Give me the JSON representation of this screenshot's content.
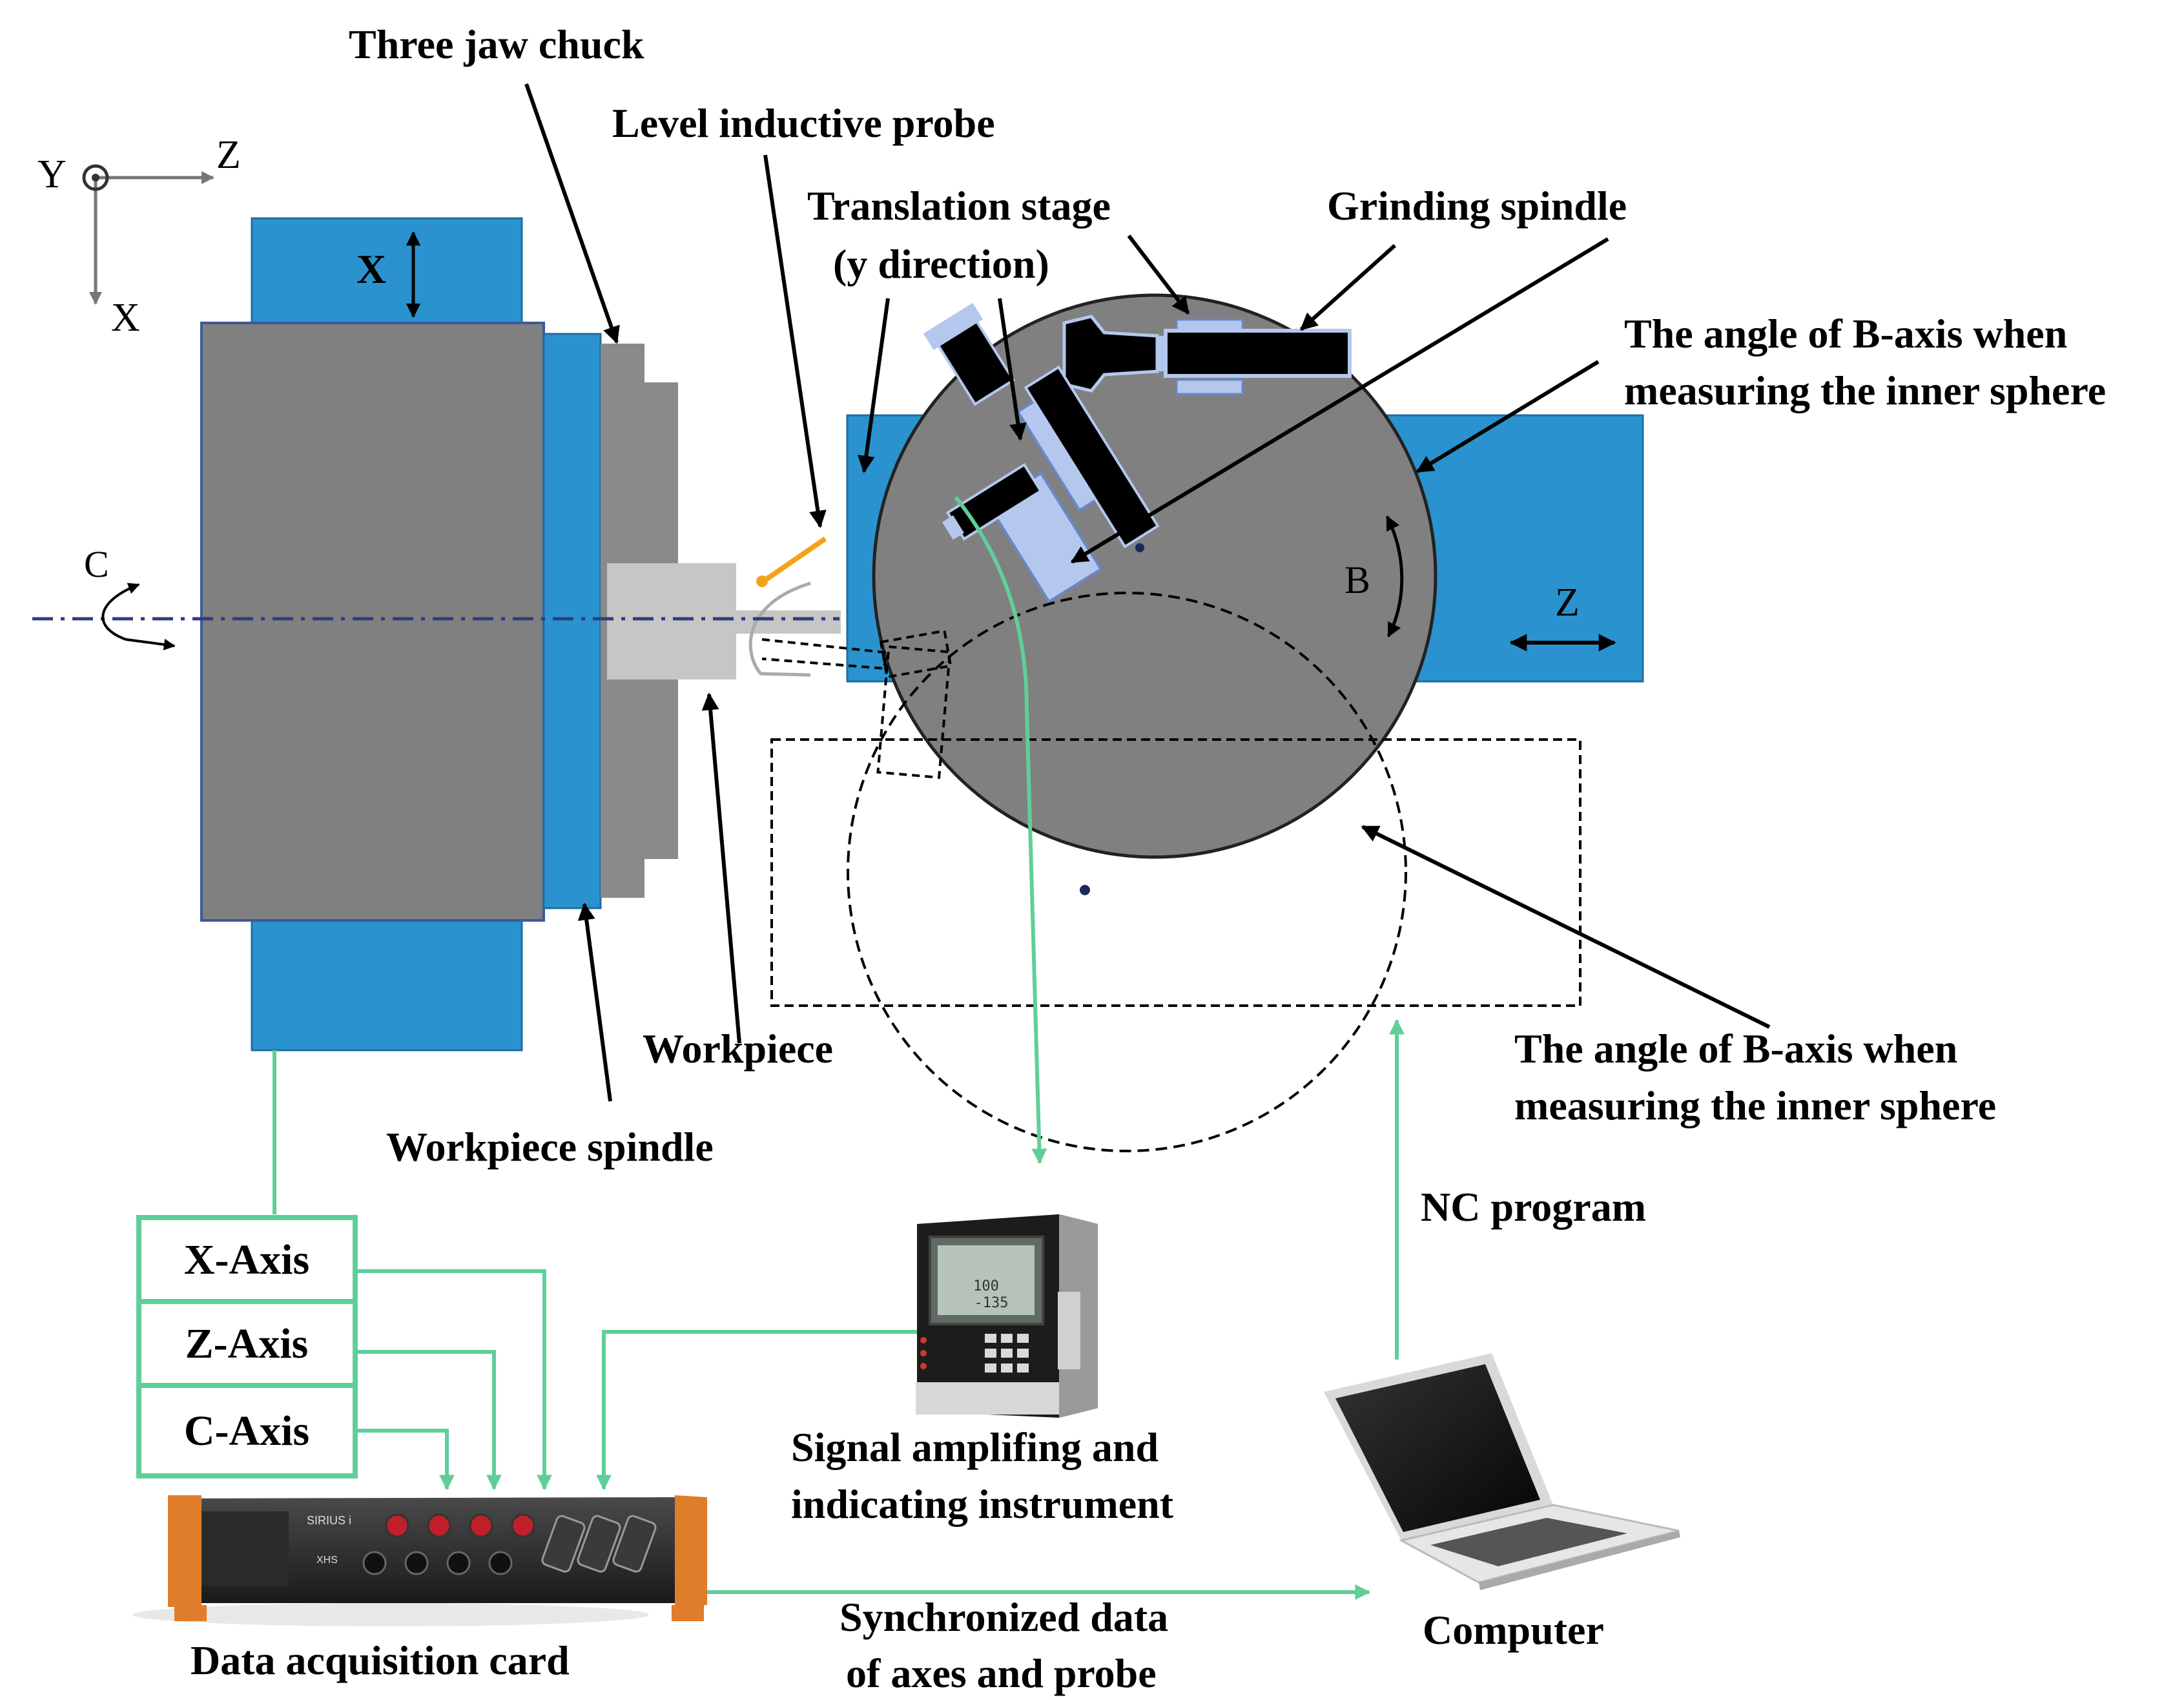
{
  "labels": {
    "three_jaw_chuck": "Three jaw chuck",
    "level_probe": "Level inductive  probe",
    "translation_stage_1": "Translation stage",
    "translation_stage_2": "(y direction)",
    "grinding_spindle": "Grinding spindle",
    "b_angle_outer_1": "The angle of B-axis when",
    "b_angle_outer_2": "measuring the inner sphere",
    "b_angle_inner_1": "The angle of B-axis when",
    "b_angle_inner_2": "measuring the inner sphere",
    "workpiece": "Workpiece",
    "workpiece_spindle": "Workpiece spindle",
    "nc_program": "NC program",
    "x_axis_box": "X-Axis",
    "z_axis_box": "Z-Axis",
    "c_axis_box": "C-Axis",
    "signal_1": "Signal amplifing and",
    "signal_2": "indicating instrument",
    "daq_card": "Data acquisition card",
    "sync_1": "Synchronized data",
    "sync_2": "of axes and probe",
    "computer": "Computer"
  },
  "axes": {
    "coord_y": "Y",
    "coord_z": "Z",
    "coord_x": "X",
    "x_slide": "X",
    "c_rot": "C",
    "b_rot": "B",
    "z_slide": "Z"
  },
  "device_text": {
    "instrument_readout_1": "100",
    "instrument_readout_2": "-135",
    "daq_brand": "SIRIUS i",
    "daq_model": "XHS"
  },
  "colors": {
    "machine_blue": "#2a93cf",
    "body_gray": "#808080",
    "chuck_gray": "#8a8a8a",
    "signal_green": "#5fcf9a",
    "probe_orange": "#f5a21b",
    "probe_light": "#b4c8ee",
    "centerline": "#2f3c80"
  },
  "icons": [
    "coordinate-axes-icon",
    "double-arrow-icon",
    "rotation-arrow-icon",
    "laptop-icon",
    "instrument-icon",
    "daq-device-icon"
  ]
}
